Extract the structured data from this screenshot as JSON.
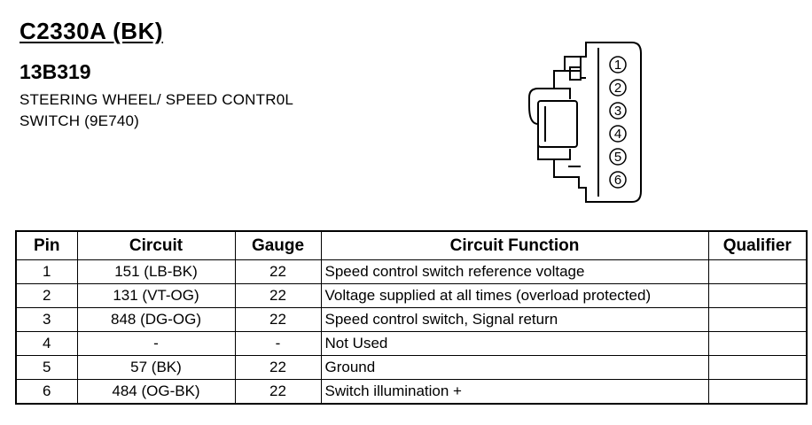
{
  "header": {
    "connector_id": "C2330A (BK)",
    "part_number": "13B319",
    "description_line1": "STEERING WHEEL/ SPEED CONTR0L",
    "description_line2": "SWITCH (9E740)"
  },
  "connector": {
    "pins": [
      "1",
      "2",
      "3",
      "4",
      "5",
      "6"
    ]
  },
  "table": {
    "headers": [
      "Pin",
      "Circuit",
      "Gauge",
      "Circuit Function",
      "Qualifier"
    ],
    "rows": [
      {
        "pin": "1",
        "circuit": "151 (LB-BK)",
        "gauge": "22",
        "function": "Speed control switch reference voltage",
        "qualifier": ""
      },
      {
        "pin": "2",
        "circuit": "131 (VT-OG)",
        "gauge": "22",
        "function": "Voltage supplied at all times (overload protected)",
        "qualifier": ""
      },
      {
        "pin": "3",
        "circuit": "848 (DG-OG)",
        "gauge": "22",
        "function": "Speed control switch, Signal return",
        "qualifier": ""
      },
      {
        "pin": "4",
        "circuit": "-",
        "gauge": "-",
        "function": "Not Used",
        "qualifier": ""
      },
      {
        "pin": "5",
        "circuit": "57 (BK)",
        "gauge": "22",
        "function": "Ground",
        "qualifier": ""
      },
      {
        "pin": "6",
        "circuit": "484 (OG-BK)",
        "gauge": "22",
        "function": "Switch illumination +",
        "qualifier": ""
      }
    ]
  }
}
